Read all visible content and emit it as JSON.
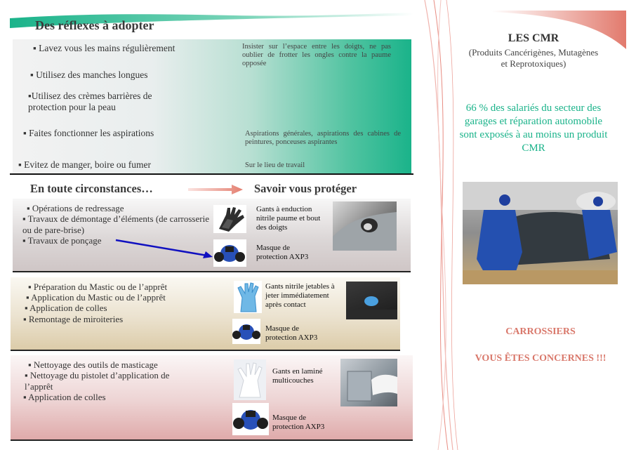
{
  "reflexes": {
    "title": "Des réflexes à adopter",
    "items": [
      {
        "text": "▪ Lavez vous les mains régulièrement",
        "note": "Insister sur l’espace entre les doigts, ne pas oublier de frotter les ongles contre la paume opposée"
      },
      {
        "text": "▪ Utilisez des manches longues",
        "note": ""
      },
      {
        "text": "▪Utilisez des crèmes barrières de protection pour la peau",
        "note": ""
      },
      {
        "text": "▪ Faites fonctionner les aspirations",
        "note": "Aspirations générales, aspirations des cabines de peintures, ponceuses aspirantes"
      },
      {
        "text": "▪ Evitez de manger, boire ou fumer",
        "note": "Sur le lieu de travail"
      }
    ]
  },
  "headers": {
    "circumstances": "En toute circonstances…",
    "protect": "Savoir vous protéger"
  },
  "panels": [
    {
      "items": [
        "▪ Opérations de redressage",
        "▪ Travaux de démontage d’éléments (de carrosserie ou de pare-brise)",
        "▪ Travaux de ponçage"
      ],
      "gloves": "Gants à enduction nitrile paume et bout des doigts",
      "mask": "Masque de protection AXP3"
    },
    {
      "items": [
        "▪ Préparation du Mastic ou de l’apprêt",
        "▪ Application du Mastic ou de l’apprêt",
        "▪ Application de colles",
        "▪ Remontage de miroiteries"
      ],
      "gloves": "Gants nitrile jetables à jeter immédiatement après contact",
      "mask": "Masque de protection AXP3"
    },
    {
      "items": [
        "▪ Nettoyage des outils de masticage",
        "▪ Nettoyage du pistolet d’application de l’apprêt",
        "▪ Application de colles"
      ],
      "gloves": "Gants en laminé multicouches",
      "mask": "Masque de protection AXP3"
    }
  ],
  "cmr": {
    "title": "LES CMR",
    "subtitle": "(Produits Cancérigènes, Mutagènes et Reprotoxiques)",
    "stat": "66 % des salariés du secteur des garages et réparation automobile sont exposés à au moins un produit CMR",
    "call1": "CARROSSIERS",
    "call2": "VOUS ÊTES CONCERNES !!!"
  },
  "colors": {
    "teal": "#1ab38a",
    "red": "#d9786b",
    "arrow": "#1010c0"
  }
}
